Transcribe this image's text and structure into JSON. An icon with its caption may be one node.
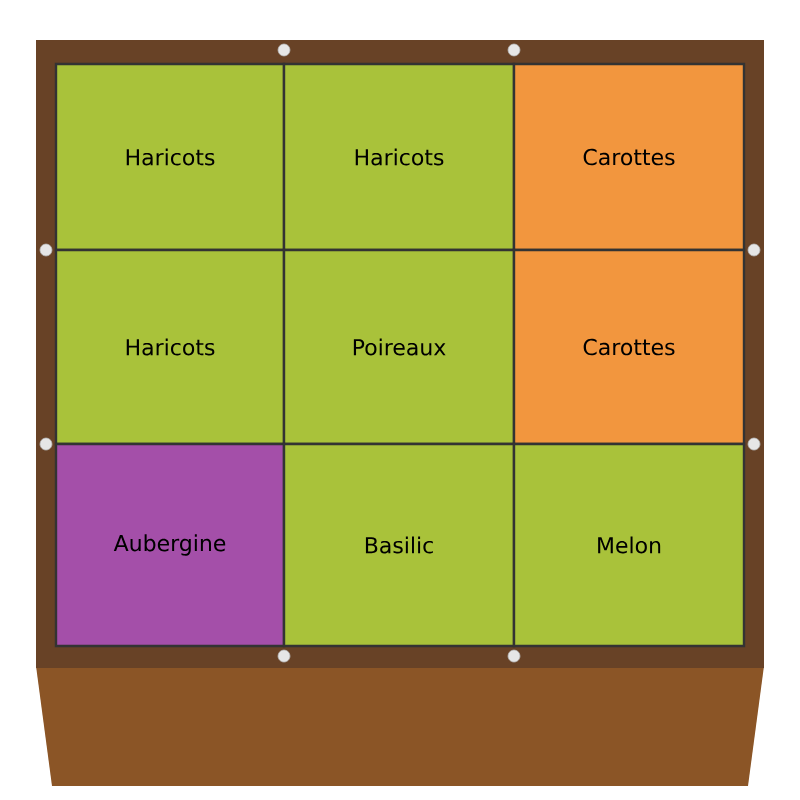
{
  "diagram": {
    "nodes": [
      {
        "text": [
          "Haricots"
        ]
      },
      {
        "text": [
          "Haricots"
        ]
      },
      {
        "text": [
          "Carottes"
        ]
      },
      {
        "text": [
          "Haricots"
        ]
      },
      {
        "text": [
          "Poireaux"
        ]
      },
      {
        "text": [
          "Carottes"
        ]
      },
      {
        "text": [
          "Aubergine"
        ]
      },
      {
        "text": [
          "Basilic"
        ]
      },
      {
        "text": [
          "Melon"
        ]
      }
    ]
  }
}
